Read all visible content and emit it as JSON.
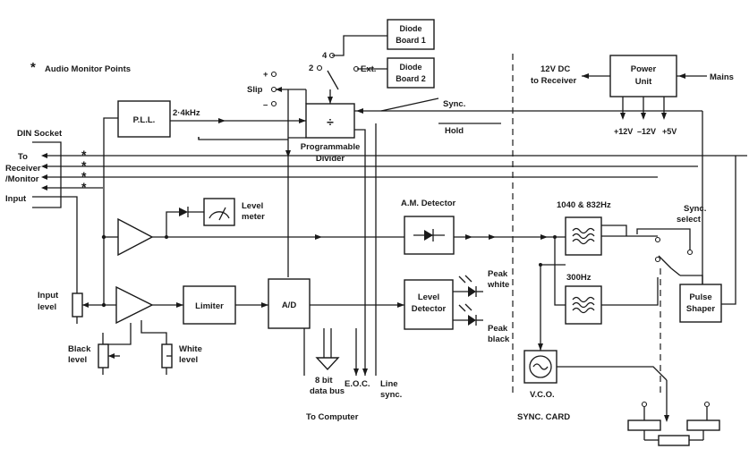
{
  "legend": {
    "star": "*",
    "text": "Audio Monitor Points"
  },
  "blocks": {
    "pll": "P.L.L.",
    "diode1": [
      "Diode",
      "Board 1"
    ],
    "diode2": [
      "Diode",
      "Board 2"
    ],
    "divider_symbol": "÷",
    "divider": [
      "Programmable",
      "Divider"
    ],
    "level_meter": [
      "Level",
      "meter"
    ],
    "am_detector": "A.M. Detector",
    "limiter": "Limiter",
    "ad": "A/D",
    "level_detector": [
      "Level",
      "Detector"
    ],
    "power_unit": [
      "Power",
      "Unit"
    ],
    "pulse_shaper": [
      "Pulse",
      "Shaper"
    ],
    "vco": "V.C.O."
  },
  "labels": {
    "freq_2k4": "2·4kHz",
    "sw_4": "4",
    "sw_2": "2",
    "sw_ext": "Ext.",
    "slip": "Slip",
    "plus": "+",
    "minus": "–",
    "sync": "Sync.",
    "hold": "Hold",
    "din": "DIN Socket",
    "to_receiver": [
      "To",
      "Receiver",
      "/Monitor"
    ],
    "input": "Input",
    "input_level": [
      "Input",
      "level"
    ],
    "black_level": [
      "Black",
      "level"
    ],
    "white_level": [
      "White",
      "level"
    ],
    "peak_white": [
      "Peak",
      "white"
    ],
    "peak_black": [
      "Peak",
      "black"
    ],
    "data_bus": [
      "8 bit",
      "data bus"
    ],
    "eoc": "E.O.C.",
    "line_sync": [
      "Line",
      "sync."
    ],
    "to_computer": "To Computer",
    "sync_card": "SYNC. CARD",
    "dc_12v": [
      "12V DC",
      "to Receiver"
    ],
    "mains": "Mains",
    "rails": [
      "+12V",
      "–12V",
      "+5V"
    ],
    "filter_1040": "1040 & 832Hz",
    "filter_300": "300Hz",
    "sync_select": [
      "Sync.",
      "select"
    ]
  }
}
